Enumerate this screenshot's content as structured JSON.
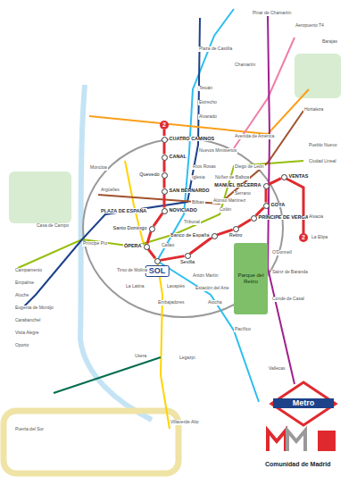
{
  "diagram": {
    "nodes": [
      {
        "text": [
          "CUATRO CAMINOS"
        ]
      },
      {
        "text": [
          "CANAL"
        ]
      },
      {
        "text": [
          "Quevedo"
        ]
      },
      {
        "text": [
          "SAN BERNARDO"
        ]
      },
      {
        "text": [
          "NOVICIADO"
        ]
      },
      {
        "text": [
          "Santo Domingo"
        ]
      },
      {
        "text": [
          "ÓPERA"
        ]
      },
      {
        "text": [
          "SOL"
        ]
      },
      {
        "text": [
          "Sevilla"
        ]
      },
      {
        "text": [
          "Banco de España"
        ]
      },
      {
        "text": [
          "Retiro"
        ]
      },
      {
        "text": [
          "PRÍNCIPE DE VERGARA"
        ]
      },
      {
        "text": [
          "GOYA"
        ]
      },
      {
        "text": [
          "MANUEL BECERRA"
        ]
      },
      {
        "text": [
          "VENTAS"
        ]
      },
      {
        "text": [
          "Parque del Retiro"
        ]
      }
    ],
    "edges": [
      {
        "from": 0,
        "to": 1,
        "arrow": "none"
      },
      {
        "from": 1,
        "to": 2,
        "arrow": "none"
      },
      {
        "from": 2,
        "to": 3,
        "arrow": "none"
      },
      {
        "from": 3,
        "to": 4,
        "arrow": "none"
      },
      {
        "from": 4,
        "to": 5,
        "arrow": "none"
      },
      {
        "from": 5,
        "to": 6,
        "arrow": "none"
      },
      {
        "from": 6,
        "to": 7,
        "arrow": "none"
      },
      {
        "from": 7,
        "to": 8,
        "arrow": "none"
      },
      {
        "from": 8,
        "to": 9,
        "arrow": "none"
      },
      {
        "from": 9,
        "to": 10,
        "arrow": "none"
      },
      {
        "from": 10,
        "to": 11,
        "arrow": "none"
      },
      {
        "from": 11,
        "to": 12,
        "arrow": "none"
      },
      {
        "from": 12,
        "to": 13,
        "arrow": "none"
      },
      {
        "from": 13,
        "to": 14,
        "arrow": "none"
      }
    ],
    "labels": [
      "2",
      "2",
      "Pinar de Chamartín",
      "Aeropuerto T4",
      "Barajas",
      "Plaza de Castilla",
      "Chamartín",
      "Tetuán",
      "Estrecho",
      "Alvarado",
      "Hortaleza",
      "Avenida de América",
      "Pueblo Nuevo",
      "Nuevos Ministerios",
      "Ciudad Lineal",
      "Ríos Rosas",
      "Diego de León",
      "Iglesia",
      "Núñez de Balboa",
      "Bilbao",
      "Alonso Martínez",
      "Serrano",
      "Colón",
      "Tribunal",
      "Callao",
      "PLAZA DE ESPAÑA",
      "Moncloa",
      "Argüelles",
      "Príncipe Pío",
      "Casa de Campo",
      "Campamento",
      "Empalme",
      "Aluche",
      "Eugenia de Montijo",
      "Carabanchel",
      "Vista Alegre",
      "Oporto",
      "La Latina",
      "Lavapiés",
      "Tirso de Molina",
      "Antón Martín",
      "Estación del Arte",
      "Embajadores",
      "Atocha",
      "Pacífico",
      "Conde de Casal",
      "Sainz de Baranda",
      "O'Donnell",
      "La Elipa",
      "Alsacia",
      "Usera",
      "Legazpi",
      "Vallecas",
      "Villaverde Alto",
      "Puerta del Sur",
      "Metro",
      "Comunidad de Madrid"
    ]
  }
}
